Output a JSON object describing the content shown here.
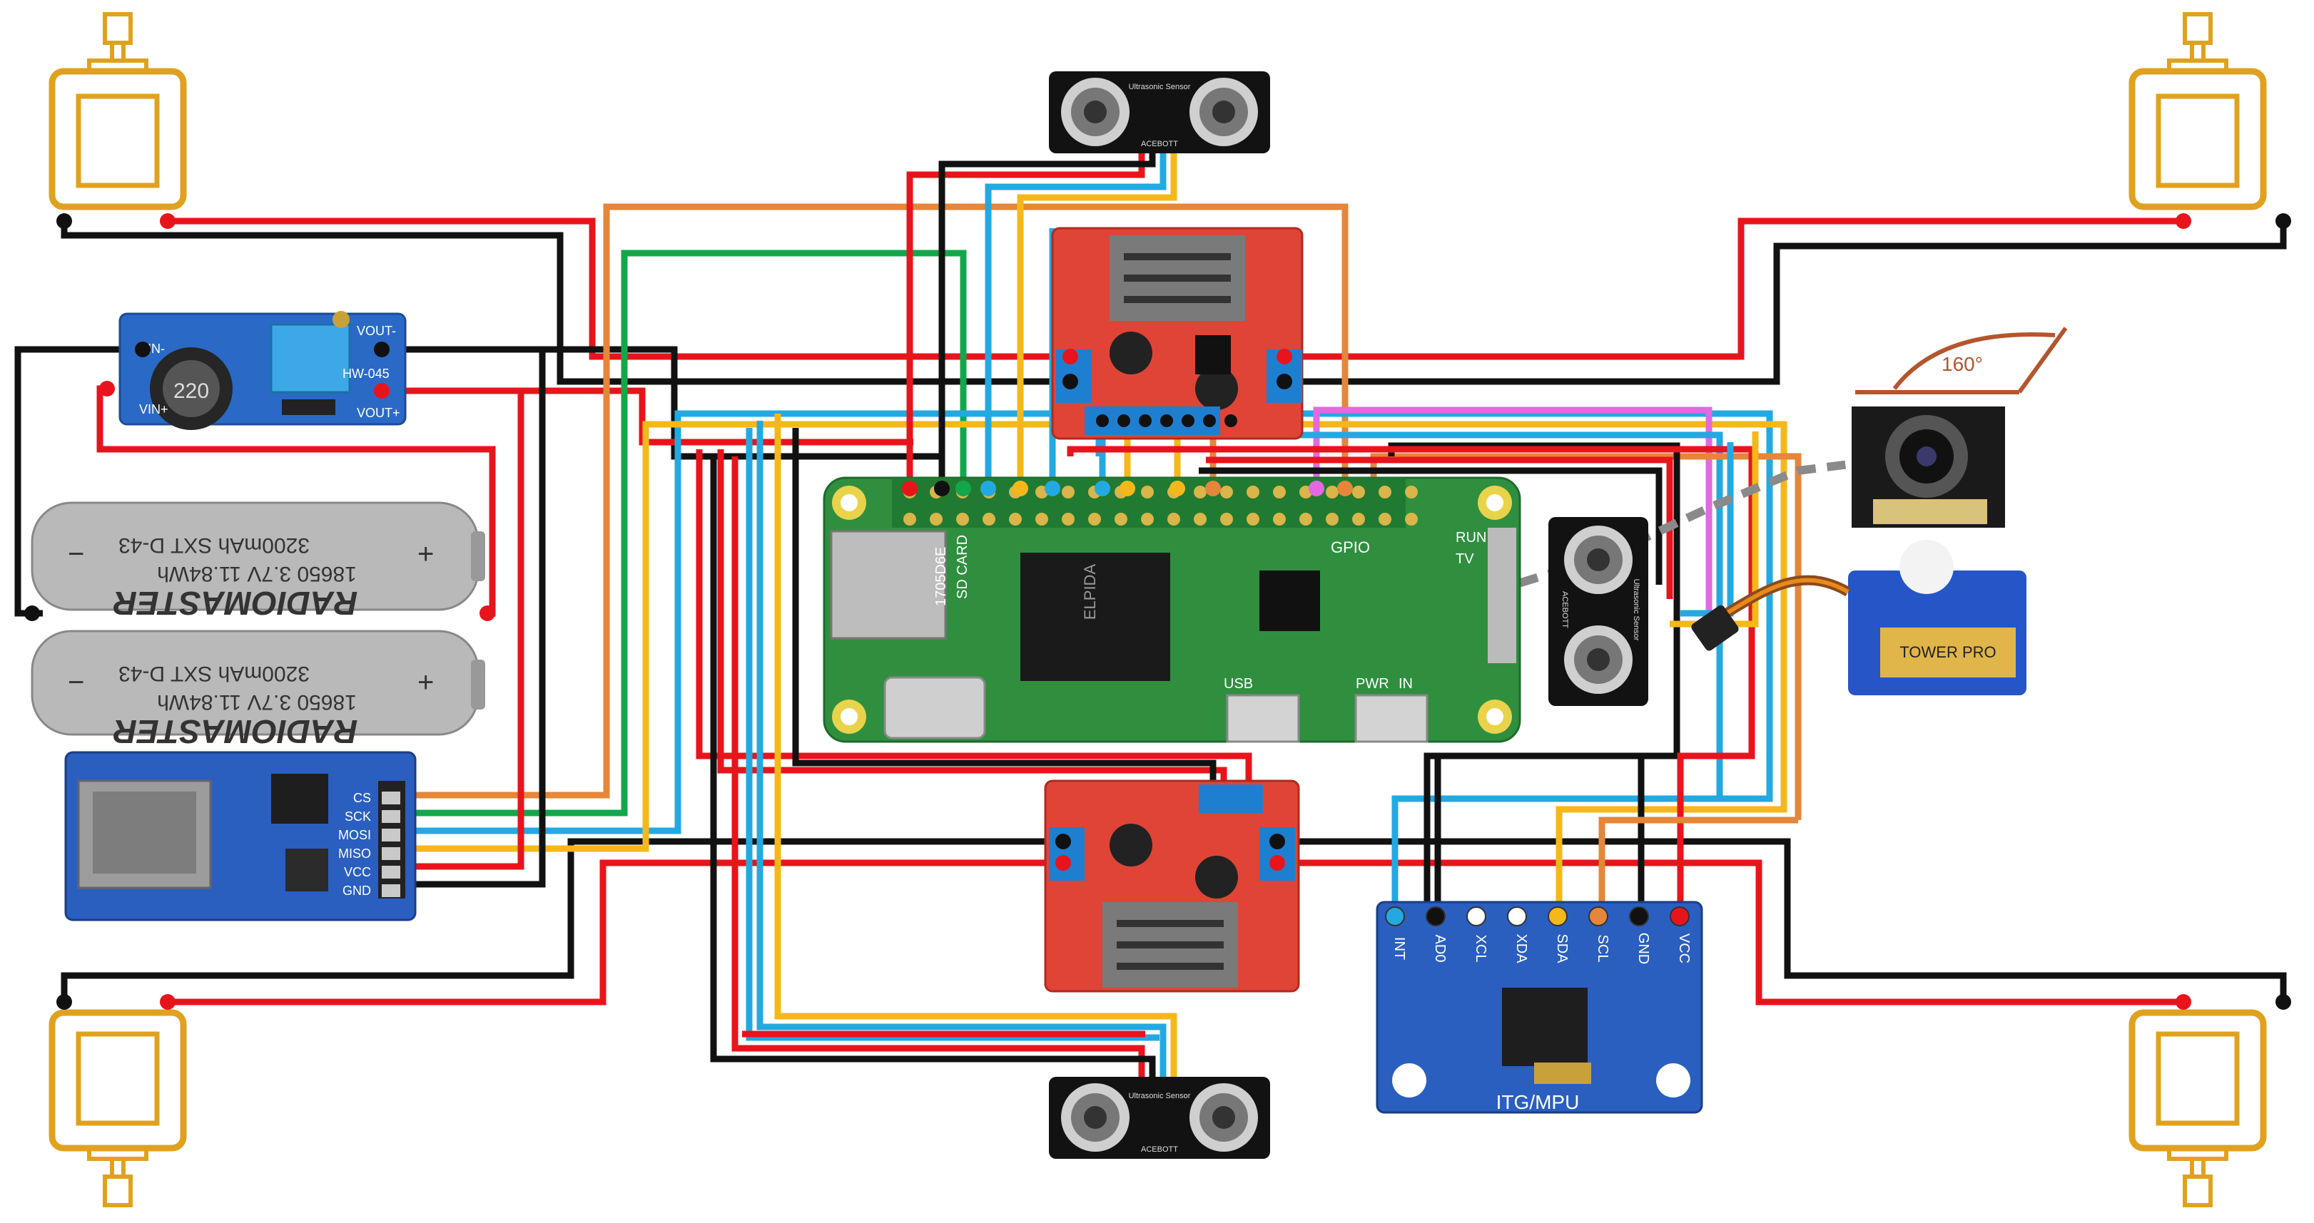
{
  "colors": {
    "red": "#e8141c",
    "black": "#111111",
    "orange": "#e5863a",
    "green": "#12a84a",
    "blue": "#23a9e1",
    "yellow": "#f5b81a",
    "pink": "#e468e0",
    "gray": "#8a8a8a",
    "motor": "#e0a21e",
    "pcb_green": "#2f8f3f",
    "pcb_red": "#e04436",
    "pcb_blue": "#2a5fc0"
  },
  "booster": {
    "vin_minus": "VIN-",
    "vin_plus": "VIN+",
    "vout_minus": "VOUT-",
    "vout_plus": "VOUT+",
    "chip": "220",
    "model": "HW-045"
  },
  "battery": {
    "capacity": "3200mAh SXT D-43",
    "spec": "18650  3.7V  11.84Wh",
    "brand": "RADIOMASTER",
    "minus": "−",
    "plus": "+"
  },
  "sd_module": {
    "pins": [
      "CS",
      "SCK",
      "MOSI",
      "MISO",
      "VCC",
      "GND"
    ]
  },
  "pi": {
    "sd_label": "SD CARD",
    "chip": "ELPIDA",
    "gpio": "GPIO",
    "run": "RUN",
    "tv": "TV",
    "usb": "USB",
    "pwr": "PWR",
    "in": "IN",
    "serial": "1705D6E"
  },
  "ultrasonic": {
    "label": "Ultrasonic Sensor",
    "brand": "ACEBOTT"
  },
  "camera": {
    "angle": "160°"
  },
  "servo": {
    "brand": "TOWER PRO"
  },
  "imu": {
    "pins": [
      "INT",
      "AD0",
      "XCL",
      "XDA",
      "SDA",
      "SCL",
      "GND",
      "VCC"
    ],
    "label": "ITG/MPU"
  }
}
